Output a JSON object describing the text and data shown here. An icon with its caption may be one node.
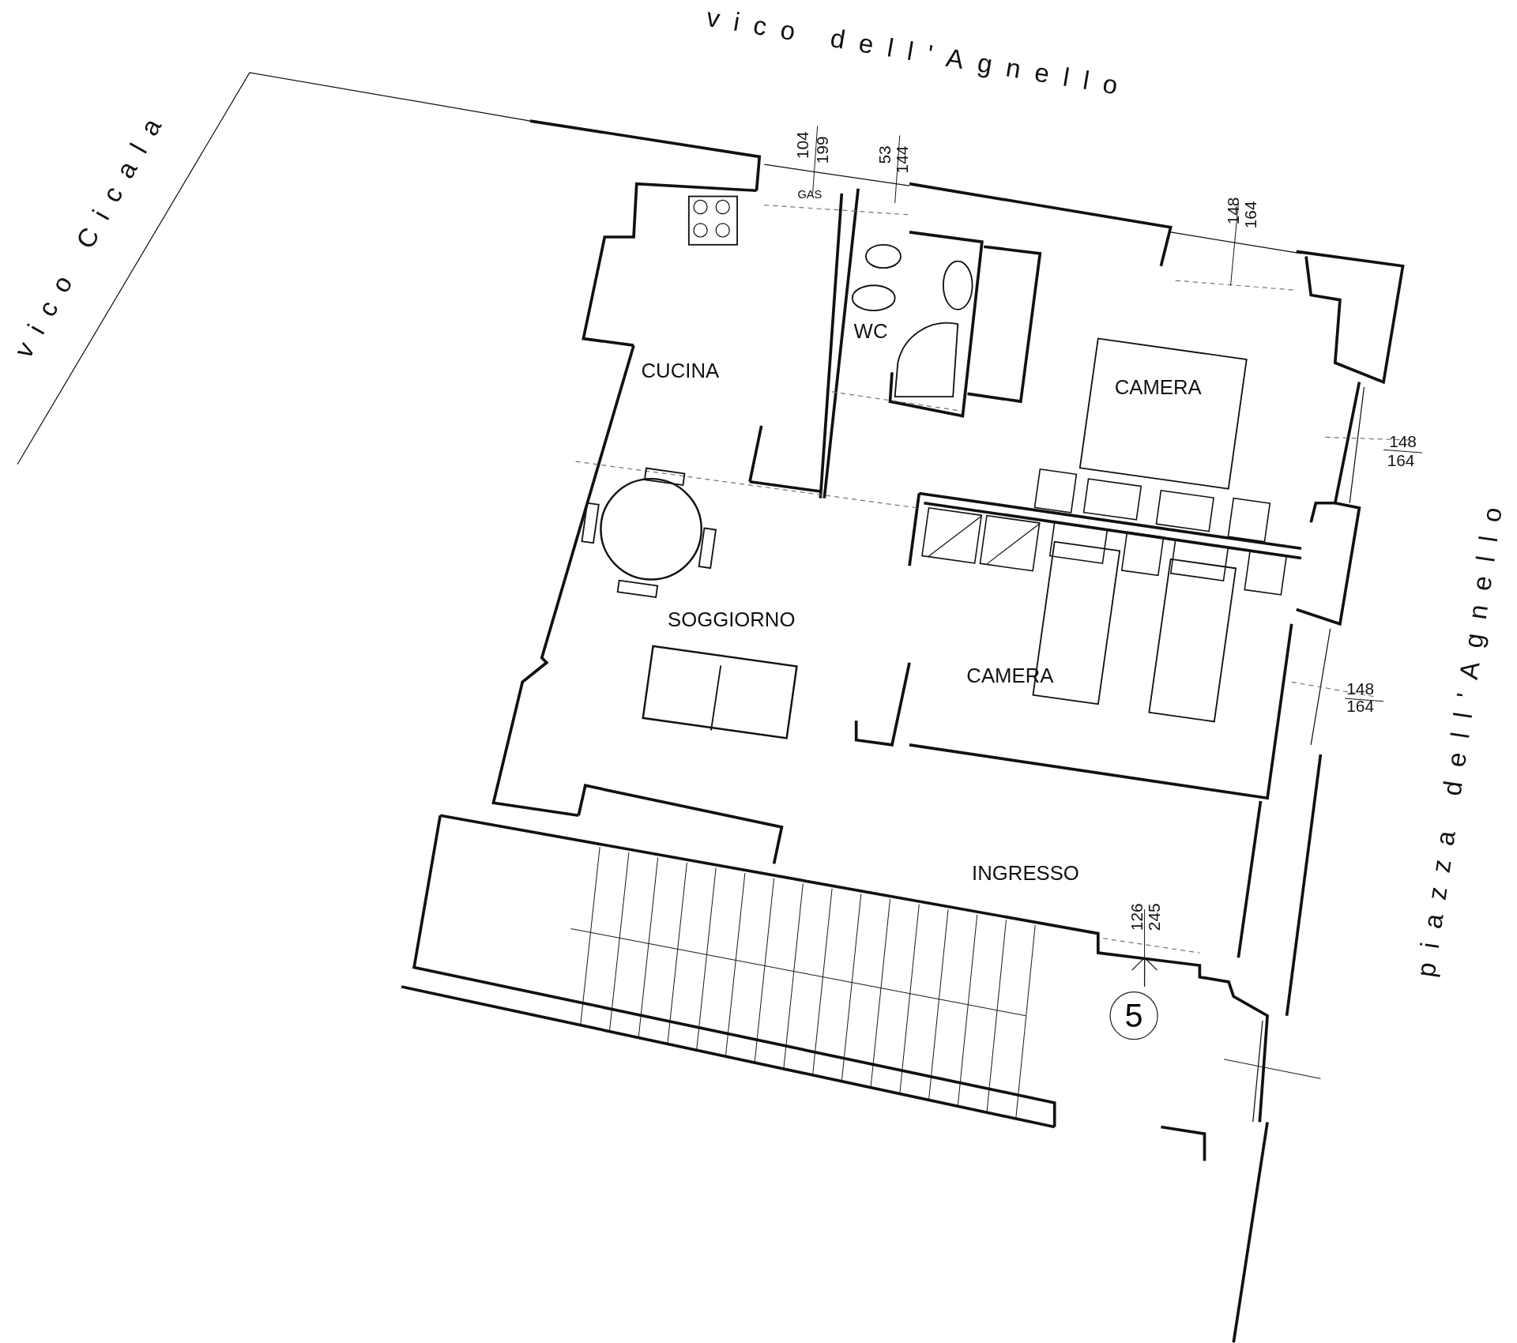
{
  "diagram": {
    "nodes": [
      {
        "text": [
          "5"
        ]
      }
    ],
    "labels": [
      "vico dell'Agnello",
      "vico Cicala",
      "104",
      "199",
      "53",
      "144",
      "GAS",
      "148",
      "164",
      "WC",
      "CUCINA",
      "CAMERA",
      "148",
      "164",
      "piazza dell'Agnello",
      "SOGGIORNO",
      "CAMERA",
      "148",
      "164",
      "INGRESSO",
      "126",
      "245"
    ]
  }
}
